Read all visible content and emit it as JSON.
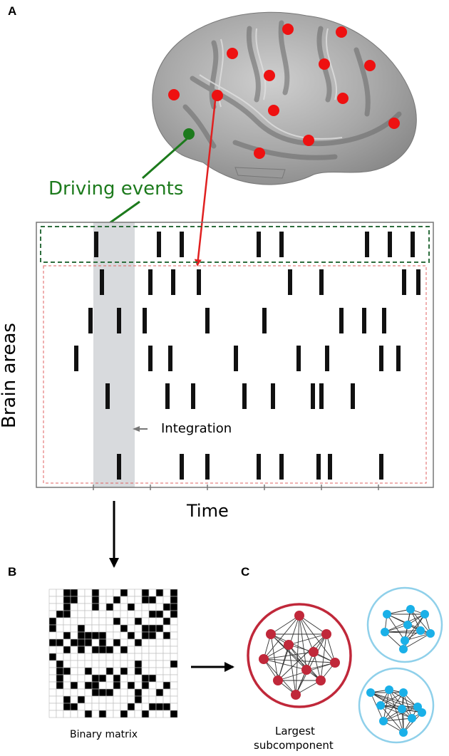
{
  "panels": {
    "a": "A",
    "b": "B",
    "c": "C"
  },
  "labels": {
    "driving_events": "Driving events",
    "brain_areas": "Brain areas",
    "integration": "Integration",
    "time": "Time",
    "binary_matrix": "Binary matrix",
    "largest_line1": "Largest",
    "largest_line2": "subcomponent"
  },
  "colors": {
    "electrode": "#ee1111",
    "driving": "#1c7a1c",
    "red_arrow": "#e02020",
    "red_box": "#e06060",
    "green_box": "#2e6e3e",
    "integration_band": "#d8dadd",
    "cluster_red": "#c0283a",
    "cluster_blue": "#1ab0e8",
    "cluster_blue_ring": "#8fd0ea"
  },
  "raster": {
    "row_count": 7,
    "time_ticks": 6,
    "spike_times": [
      [
        1.05,
        2.15,
        2.55,
        3.9,
        4.3,
        5.8,
        6.2,
        6.6
      ],
      [
        1.15,
        2.0,
        2.4,
        2.85,
        4.45,
        5.0,
        6.45,
        6.7
      ],
      [
        0.95,
        1.45,
        1.9,
        3.0,
        4.0,
        5.35,
        5.75,
        6.1
      ],
      [
        0.7,
        2.0,
        2.35,
        3.5,
        4.6,
        5.1,
        6.05,
        6.35
      ],
      [
        1.25,
        2.3,
        2.75,
        3.65,
        4.15,
        4.85,
        5.0,
        5.55
      ],
      [
        1.45,
        2.55,
        3.0,
        3.9,
        4.3,
        4.95,
        5.15,
        6.05
      ]
    ],
    "integration_window": [
      1.0,
      1.7
    ]
  }
}
